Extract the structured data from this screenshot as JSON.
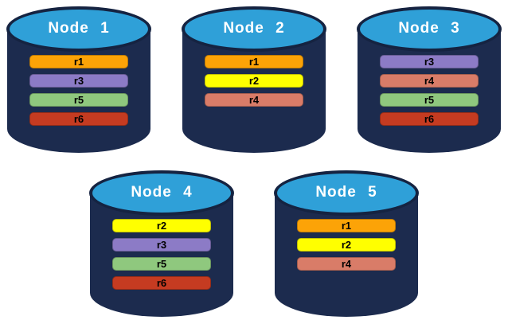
{
  "colors": {
    "background": "#FFFFFF",
    "cylinder_body": "#1C2B4E",
    "cylinder_top": "#2FA0D8",
    "cylinder_rim": "#152341",
    "node_label_text": "#FFFFFF",
    "replica_label_text": "#000000"
  },
  "replica_colors": {
    "r1": "#FCA307",
    "r2": "#FFFF00",
    "r3": "#8C7BC6",
    "r4": "#D97C68",
    "r5": "#8FC87E",
    "r6": "#C53B21"
  },
  "nodes": [
    {
      "label": "Node 1",
      "replicas": [
        {
          "id": "r1",
          "color": "#FCA307"
        },
        {
          "id": "r3",
          "color": "#8C7BC6"
        },
        {
          "id": "r5",
          "color": "#8FC87E"
        },
        {
          "id": "r6",
          "color": "#C53B21"
        }
      ]
    },
    {
      "label": "Node 2",
      "replicas": [
        {
          "id": "r1",
          "color": "#FCA307"
        },
        {
          "id": "r2",
          "color": "#FFFF00"
        },
        {
          "id": "r4",
          "color": "#D97C68"
        }
      ]
    },
    {
      "label": "Node 3",
      "replicas": [
        {
          "id": "r3",
          "color": "#8C7BC6"
        },
        {
          "id": "r4",
          "color": "#D97C68"
        },
        {
          "id": "r5",
          "color": "#8FC87E"
        },
        {
          "id": "r6",
          "color": "#C53B21"
        }
      ]
    },
    {
      "label": "Node 4",
      "replicas": [
        {
          "id": "r2",
          "color": "#FFFF00"
        },
        {
          "id": "r3",
          "color": "#8C7BC6"
        },
        {
          "id": "r5",
          "color": "#8FC87E"
        },
        {
          "id": "r6",
          "color": "#C53B21"
        }
      ]
    },
    {
      "label": "Node 5",
      "replicas": [
        {
          "id": "r1",
          "color": "#FCA307"
        },
        {
          "id": "r2",
          "color": "#FFFF00"
        },
        {
          "id": "r4",
          "color": "#D97C68"
        }
      ]
    }
  ]
}
